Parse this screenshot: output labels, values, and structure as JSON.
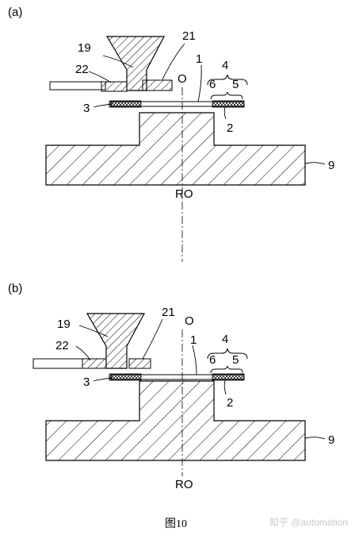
{
  "figure_caption": "图10",
  "watermark": "知乎 @automation",
  "panels": [
    {
      "id": "a",
      "panel_label": "(a)",
      "labels": {
        "n19": "19",
        "n21": "21",
        "n22": "22",
        "n1": "1",
        "n4": "4",
        "n6": "6",
        "n5": "5",
        "n3": "3",
        "n2": "2",
        "n9": "9",
        "axis_o": "O",
        "axis_ro": "RO"
      }
    },
    {
      "id": "b",
      "panel_label": "(b)",
      "labels": {
        "n19": "19",
        "n21": "21",
        "n22": "22",
        "n1": "1",
        "n4": "4",
        "n6": "6",
        "n5": "5",
        "n3": "3",
        "n2": "2",
        "n9": "9",
        "axis_o": "O",
        "axis_ro": "RO"
      }
    }
  ]
}
